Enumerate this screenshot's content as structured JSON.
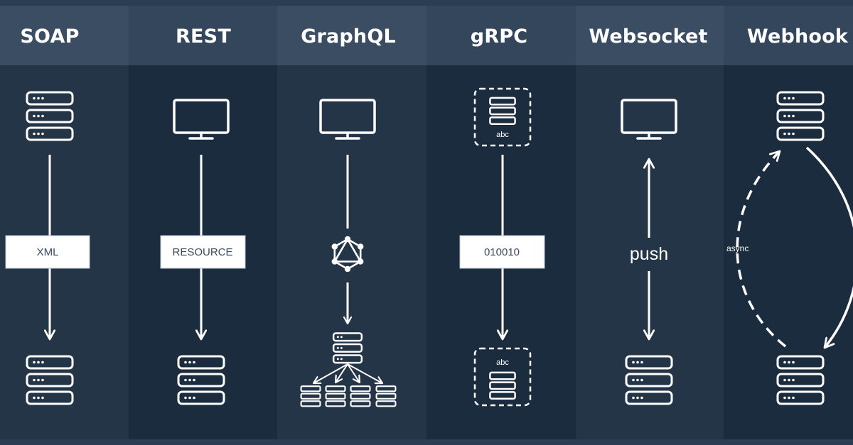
{
  "columns": [
    {
      "title": "SOAP",
      "label": "XML"
    },
    {
      "title": "REST",
      "label": "RESOURCE"
    },
    {
      "title": "GraphQL"
    },
    {
      "title": "gRPC",
      "label": "010010"
    },
    {
      "title": "Websocket",
      "label": "push"
    },
    {
      "title": "Webhook",
      "label": "async"
    }
  ],
  "grpc_server_label": "abc",
  "colors": {
    "header_a": "#3a4d63",
    "header_b": "#33465b",
    "body_a": "#243548",
    "body_b": "#1c2c3f",
    "stroke": "#ffffff",
    "box_text": "#3b4a5c"
  }
}
